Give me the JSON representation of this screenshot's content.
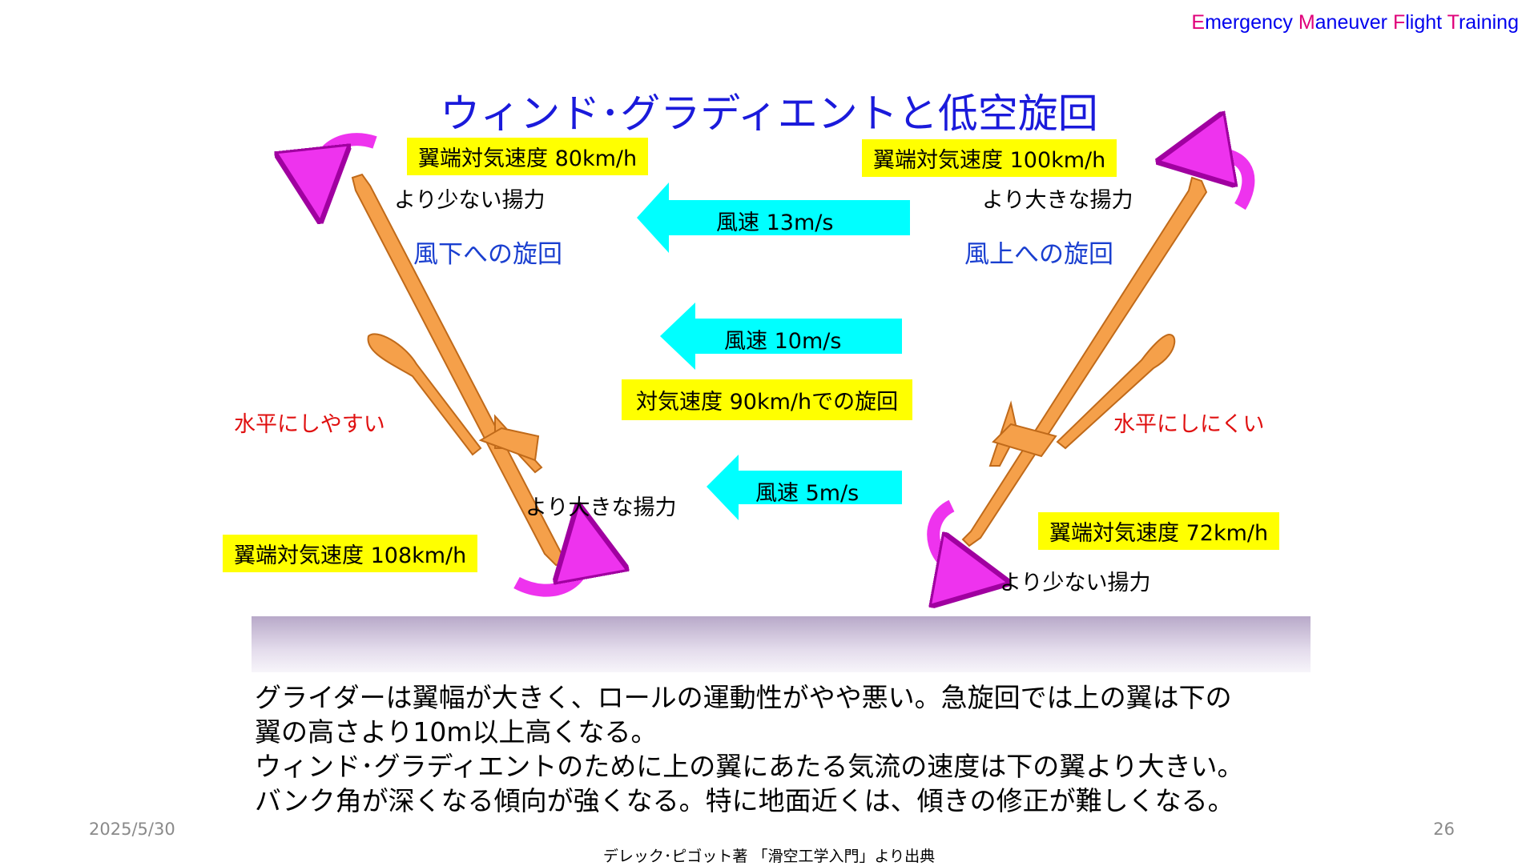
{
  "header": {
    "title_parts": [
      {
        "initial": "E",
        "rest": "mergency "
      },
      {
        "initial": "M",
        "rest": "aneuver "
      },
      {
        "initial": "F",
        "rest": "light "
      },
      {
        "initial": "T",
        "rest": "raining"
      }
    ]
  },
  "slide": {
    "title": "ウィンド･グラディエントと低空旋回",
    "left": {
      "tip_upper": "翼端対気速度 80km/h",
      "less_lift": "より少ない揚力",
      "turn_label": "風下への旋回",
      "easy_level": "水平にしやすい",
      "more_lift": "より大きな揚力",
      "tip_lower": "翼端対気速度 108km/h"
    },
    "right": {
      "tip_upper": "翼端対気速度 100km/h",
      "more_lift": "より大きな揚力",
      "turn_label": "風上への旋回",
      "hard_level": "水平にしにくい",
      "tip_lower": "翼端対気速度 72km/h",
      "less_lift": "より少ない揚力"
    },
    "center": {
      "wind_top": "風速 13m/s",
      "wind_mid": "風速 10m/s",
      "airspeed": "対気速度 90km/hでの旋回",
      "wind_bottom": "風速 5m/s"
    },
    "body_lines": [
      "グライダーは翼幅が大きく、ロールの運動性がやや悪い。急旋回では上の翼は下の",
      "翼の高さより10m以上高くなる。",
      "ウィンド･グラディエントのために上の翼にあたる気流の速度は下の翼より大きい。",
      "バンク角が深くなる傾向が強くなる。特に地面近くは、傾きの修正が難しくなる。"
    ]
  },
  "footer": {
    "date": "2025/5/30",
    "page": "26",
    "source": "デレック･ピゴット著 「滑空工学入門」より出典"
  },
  "colors": {
    "title_blue": "#1a1adb",
    "highlight_yellow": "#ffff00",
    "wind_arrow_cyan": "#00ffff",
    "glider_orange": "#f5a04a",
    "roll_arrow_magenta": "#ee33ee",
    "emphasis_red": "#e01010",
    "header_initial_pink": "#e0007a"
  }
}
